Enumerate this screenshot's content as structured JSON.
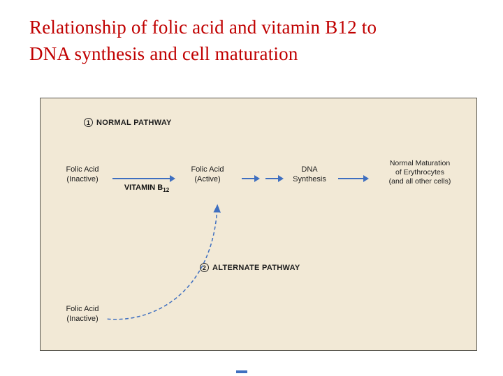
{
  "title": {
    "line1": "Relationship of folic acid and vitamin B12 to",
    "line2": "DNA synthesis and cell maturation"
  },
  "colors": {
    "title_red": "#c00000",
    "panel_bg": "#f2e9d6",
    "panel_border": "#55544c",
    "arrow_blue": "#3f6fc0"
  },
  "diagram": {
    "pathway1_number": "1",
    "pathway1_label": "NORMAL PATHWAY",
    "pathway2_number": "2",
    "pathway2_label": "ALTERNATE PATHWAY",
    "vitamin_label_text": "VITAMIN B",
    "vitamin_label_sub": "12",
    "nodes": {
      "folic_inactive_top": {
        "line1": "Folic Acid",
        "line2": "(Inactive)"
      },
      "folic_active": {
        "line1": "Folic Acid",
        "line2": "(Active)"
      },
      "dna_synthesis": {
        "line1": "DNA",
        "line2": "Synthesis"
      },
      "normal_maturation": {
        "line1": "Normal Maturation",
        "line2": "of Erythrocytes",
        "line3": "(and all other cells)"
      },
      "folic_inactive_bottom": {
        "line1": "Folic Acid",
        "line2": "(Inactive)"
      }
    }
  }
}
